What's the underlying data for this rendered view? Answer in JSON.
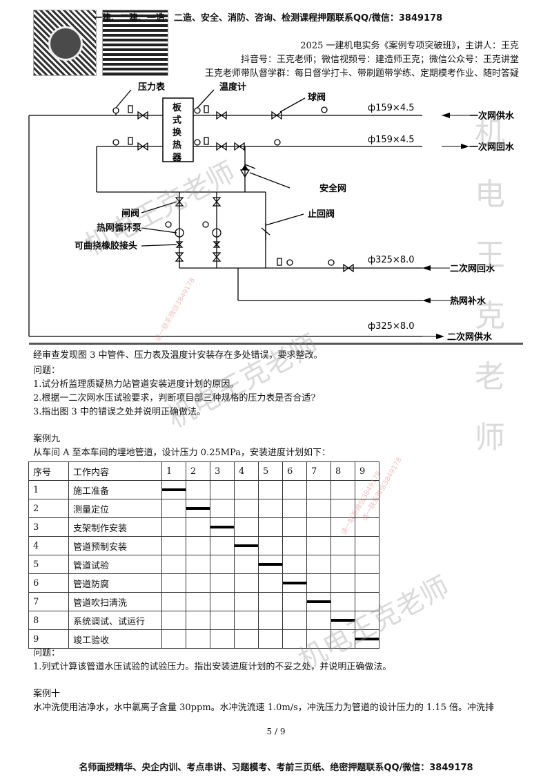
{
  "header": {
    "top_line": "一建、二建、一造、二造、安全、消防、咨询、检测课程押题联系QQ/微信：3849178",
    "course_line": "2025 一建机电实务《案例专项突破班》，主讲人：王克",
    "social_line": "抖音号：王克老师；微信视频号：建造师王克；微信公众号：王克讲堂",
    "group_line": "王克老师带队督学群：每日督学打卡、带刷题带学练、定期模考作业、随时答疑"
  },
  "diagram": {
    "labels": {
      "pressure_gauge": "压力表",
      "thermometer": "温度计",
      "ball_valve": "球阀",
      "heat_exchanger": [
        "板",
        "式",
        "换",
        "热",
        "器"
      ],
      "pipe_spec_1": "ф159×4.5",
      "pipe_spec_2": "ф159×4.5",
      "primary_supply": "一次网供水",
      "primary_return": "一次网回水",
      "safety_valve": "安全网",
      "gate_valve": "闸阀",
      "check_valve": "止回阀",
      "circ_pump": "热网循环泵",
      "rubber_joint": "可曲挠橡胶接头",
      "pipe_spec_3": "ф325×8.0",
      "secondary_return": "二次网回水",
      "makeup_water": "热网补水",
      "pipe_spec_4": "ф325×8.0",
      "secondary_supply": "二次网供水"
    }
  },
  "text": {
    "review": "经审查发现图 3 中管件、压力表及温度计安装存在多处错误，要求整改。",
    "q_label": "问题：",
    "q1": "1.试分析监理质疑热力站管道安装进度计划的原因。",
    "q2": "2.根据一二次网水压试验要求，判断项目部三种规格的压力表是否合适?",
    "q3": "3.指出图 3 中的错误之处并说明正确做法。",
    "case9_title": "案例九",
    "case9_intro": "从车间 A 至本车间的埋地管道，设计压力 0.25MPa，安装进度计划如下：",
    "case9_q_label": "问题：",
    "case9_q1": "1.列式计算该管道水压试验的试验压力。指出安装进度计划的不妥之处，并说明正确做法。",
    "case10_title": "案例十",
    "case10_text": "水冲洗使用洁净水，水中氯离子含量 30ppm。水冲洗流速 1.0m/s，冲洗压力为管道的设计压力的 1.15 倍。冲洗排"
  },
  "schedule": {
    "headers": [
      "序号",
      "工作内容",
      "1",
      "2",
      "3",
      "4",
      "5",
      "6",
      "7",
      "8",
      "9"
    ],
    "rows": [
      {
        "no": "1",
        "task": "施工准备",
        "month": 1
      },
      {
        "no": "2",
        "task": "测量定位",
        "month": 2
      },
      {
        "no": "3",
        "task": "支架制作安装",
        "month": 3
      },
      {
        "no": "4",
        "task": "管道预制安装",
        "month": 4
      },
      {
        "no": "5",
        "task": "管道试验",
        "month": 5
      },
      {
        "no": "6",
        "task": "管道防腐",
        "month": 6
      },
      {
        "no": "7",
        "task": "管道吹扫清洗",
        "month": 7
      },
      {
        "no": "8",
        "task": "系统调试、试运行",
        "month": 8
      },
      {
        "no": "9",
        "task": "竣工验收",
        "month": 9
      }
    ]
  },
  "page": {
    "number": "5 / 9"
  },
  "footer": {
    "text": "名师面授精华、央企内训、考点串讲、习题模考、考前三页纸、绝密押题联系QQ/微信：3849178"
  },
  "watermarks": {
    "big1": "机电王克老师",
    "big2": "机电王克老师",
    "big3": "机电王克老师",
    "vertical": [
      "机",
      "电",
      "王",
      "克",
      "老",
      "师"
    ],
    "small1": "请一联系微信3849178",
    "small2": "请一联系微信3849178",
    "small3": "请一联系微信3849178"
  }
}
